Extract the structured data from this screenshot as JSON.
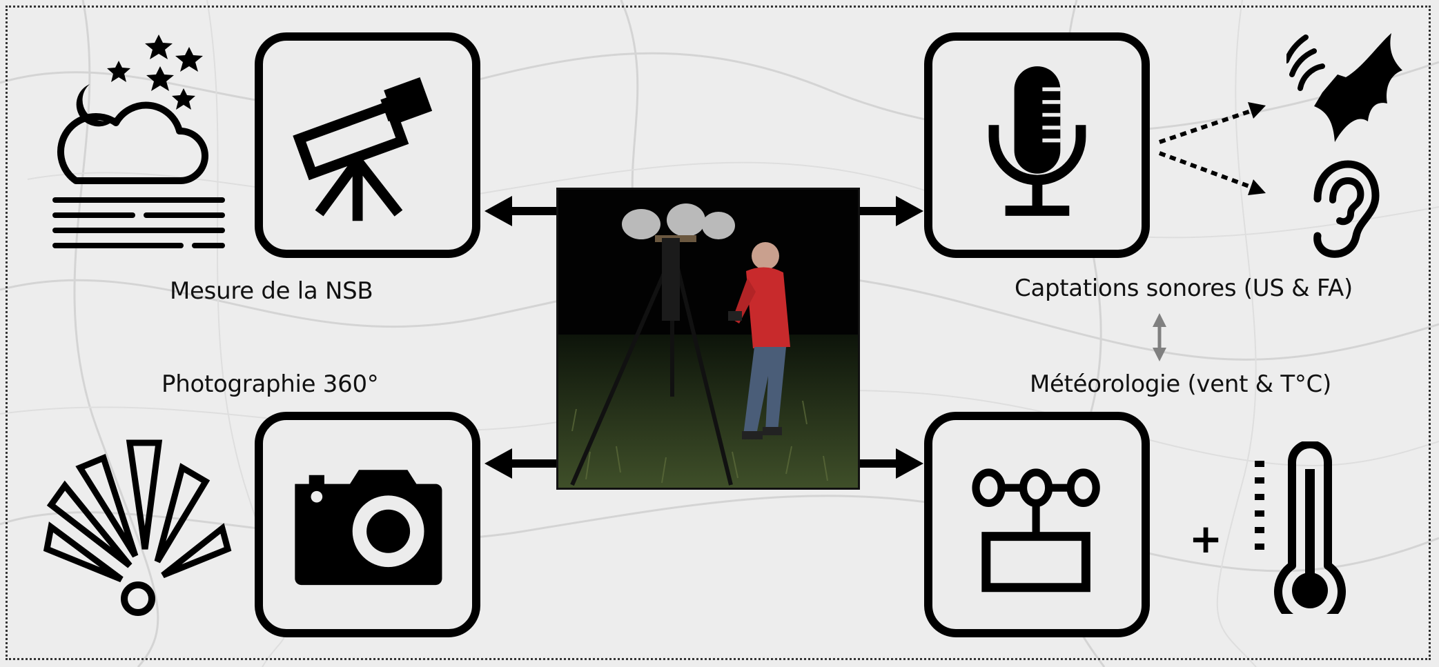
{
  "labels": {
    "nsb": "Mesure de la NSB",
    "sound": "Captations sonores (US & FA)",
    "photo": "Photographie 360°",
    "meteo": "Météorologie (vent & T°C)"
  },
  "plus_sign": "+",
  "icons": {
    "top_left_box": "telescope-icon",
    "top_right_box": "microphone-icon",
    "bottom_left_box": "camera-icon",
    "bottom_right_box": "anemometer-icon",
    "sky": "night-sky-icon",
    "bat": "bat-icon",
    "ear": "ear-icon",
    "flash": "flash-burst-icon",
    "thermometer": "thermometer-icon"
  },
  "colors": {
    "ink": "#000000",
    "background": "#ededed",
    "double_arrow": "#808080"
  }
}
